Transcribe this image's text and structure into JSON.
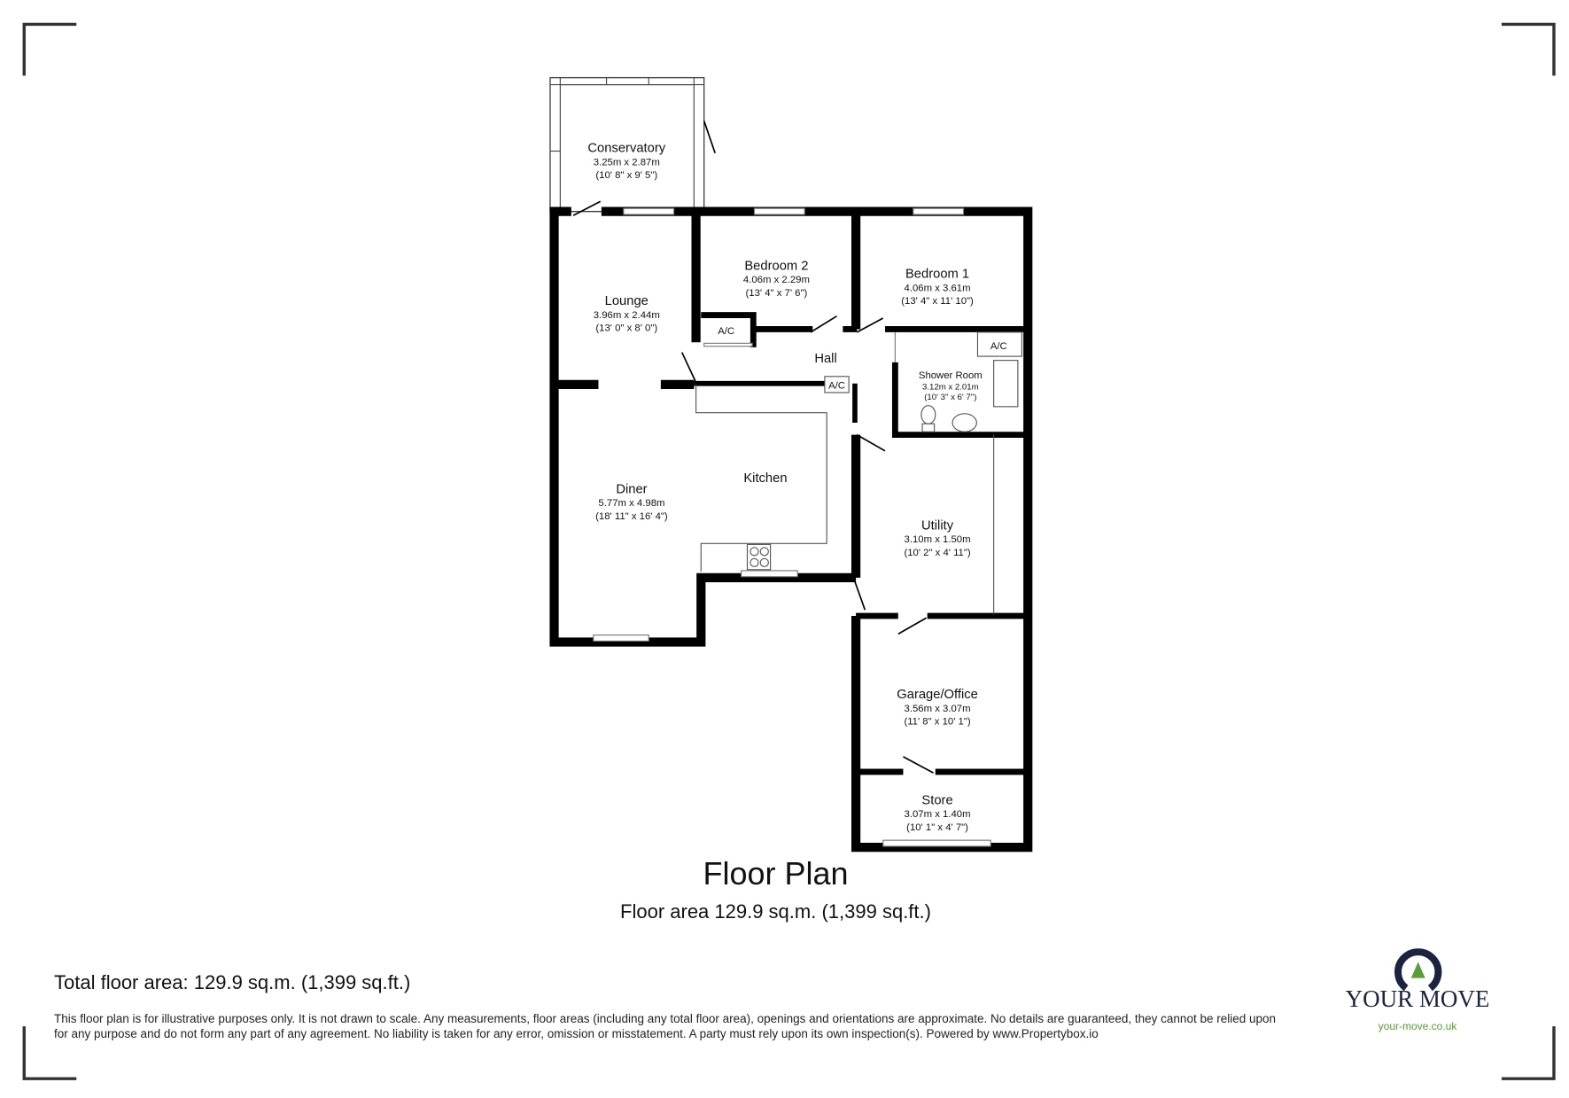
{
  "rooms": [
    {
      "name": "Conservatory",
      "metric": "3.25m x 2.87m",
      "imperial": "(10' 8\" x 9' 5\")"
    },
    {
      "name": "Lounge",
      "metric": "3.96m x 2.44m",
      "imperial": "(13' 0\" x 8' 0\")"
    },
    {
      "name": "Bedroom 2",
      "metric": "4.06m x 2.29m",
      "imperial": "(13' 4\" x 7' 6\")"
    },
    {
      "name": "Bedroom 1",
      "metric": "4.06m x 3.61m",
      "imperial": "(13' 4\" x 11' 10\")"
    },
    {
      "name": "Shower Room",
      "metric": "3.12m x 2.01m",
      "imperial": "(10' 3\" x 6' 7\")"
    },
    {
      "name": "Diner",
      "metric": "5.77m x 4.98m",
      "imperial": "(18' 11\" x 16' 4\")"
    },
    {
      "name": "Utility",
      "metric": "3.10m x 1.50m",
      "imperial": "(10' 2\" x 4' 11\")"
    },
    {
      "name": "Garage/Office",
      "metric": "3.56m x 3.07m",
      "imperial": "(11' 8\" x 10' 1\")"
    },
    {
      "name": "Store",
      "metric": "3.07m x 1.40m",
      "imperial": "(10' 1\" x 4' 7\")"
    }
  ],
  "labels": {
    "hall": "Hall",
    "kitchen": "Kitchen",
    "ac": "A/C"
  },
  "plan_title": "Floor Plan",
  "plan_area": "Floor area 129.9 sq.m. (1,399 sq.ft.)",
  "total_area": "Total floor area: 129.9 sq.m. (1,399 sq.ft.)",
  "disclaimer": "This floor plan is for illustrative purposes only. It is not drawn to scale. Any measurements, floor areas (including any total floor area), openings and orientations are approximate. No details are guaranteed, they cannot be relied upon for any purpose and do not form any part of any agreement. No liability is taken for any error, omission or misstatement. A party must rely upon its own inspection(s). Powered by www.Propertybox.io",
  "logo": {
    "name": "YOUR MOVE",
    "url": "your-move.co.uk",
    "colors": {
      "navy": "#1c2340",
      "green": "#5a9e3a"
    }
  }
}
